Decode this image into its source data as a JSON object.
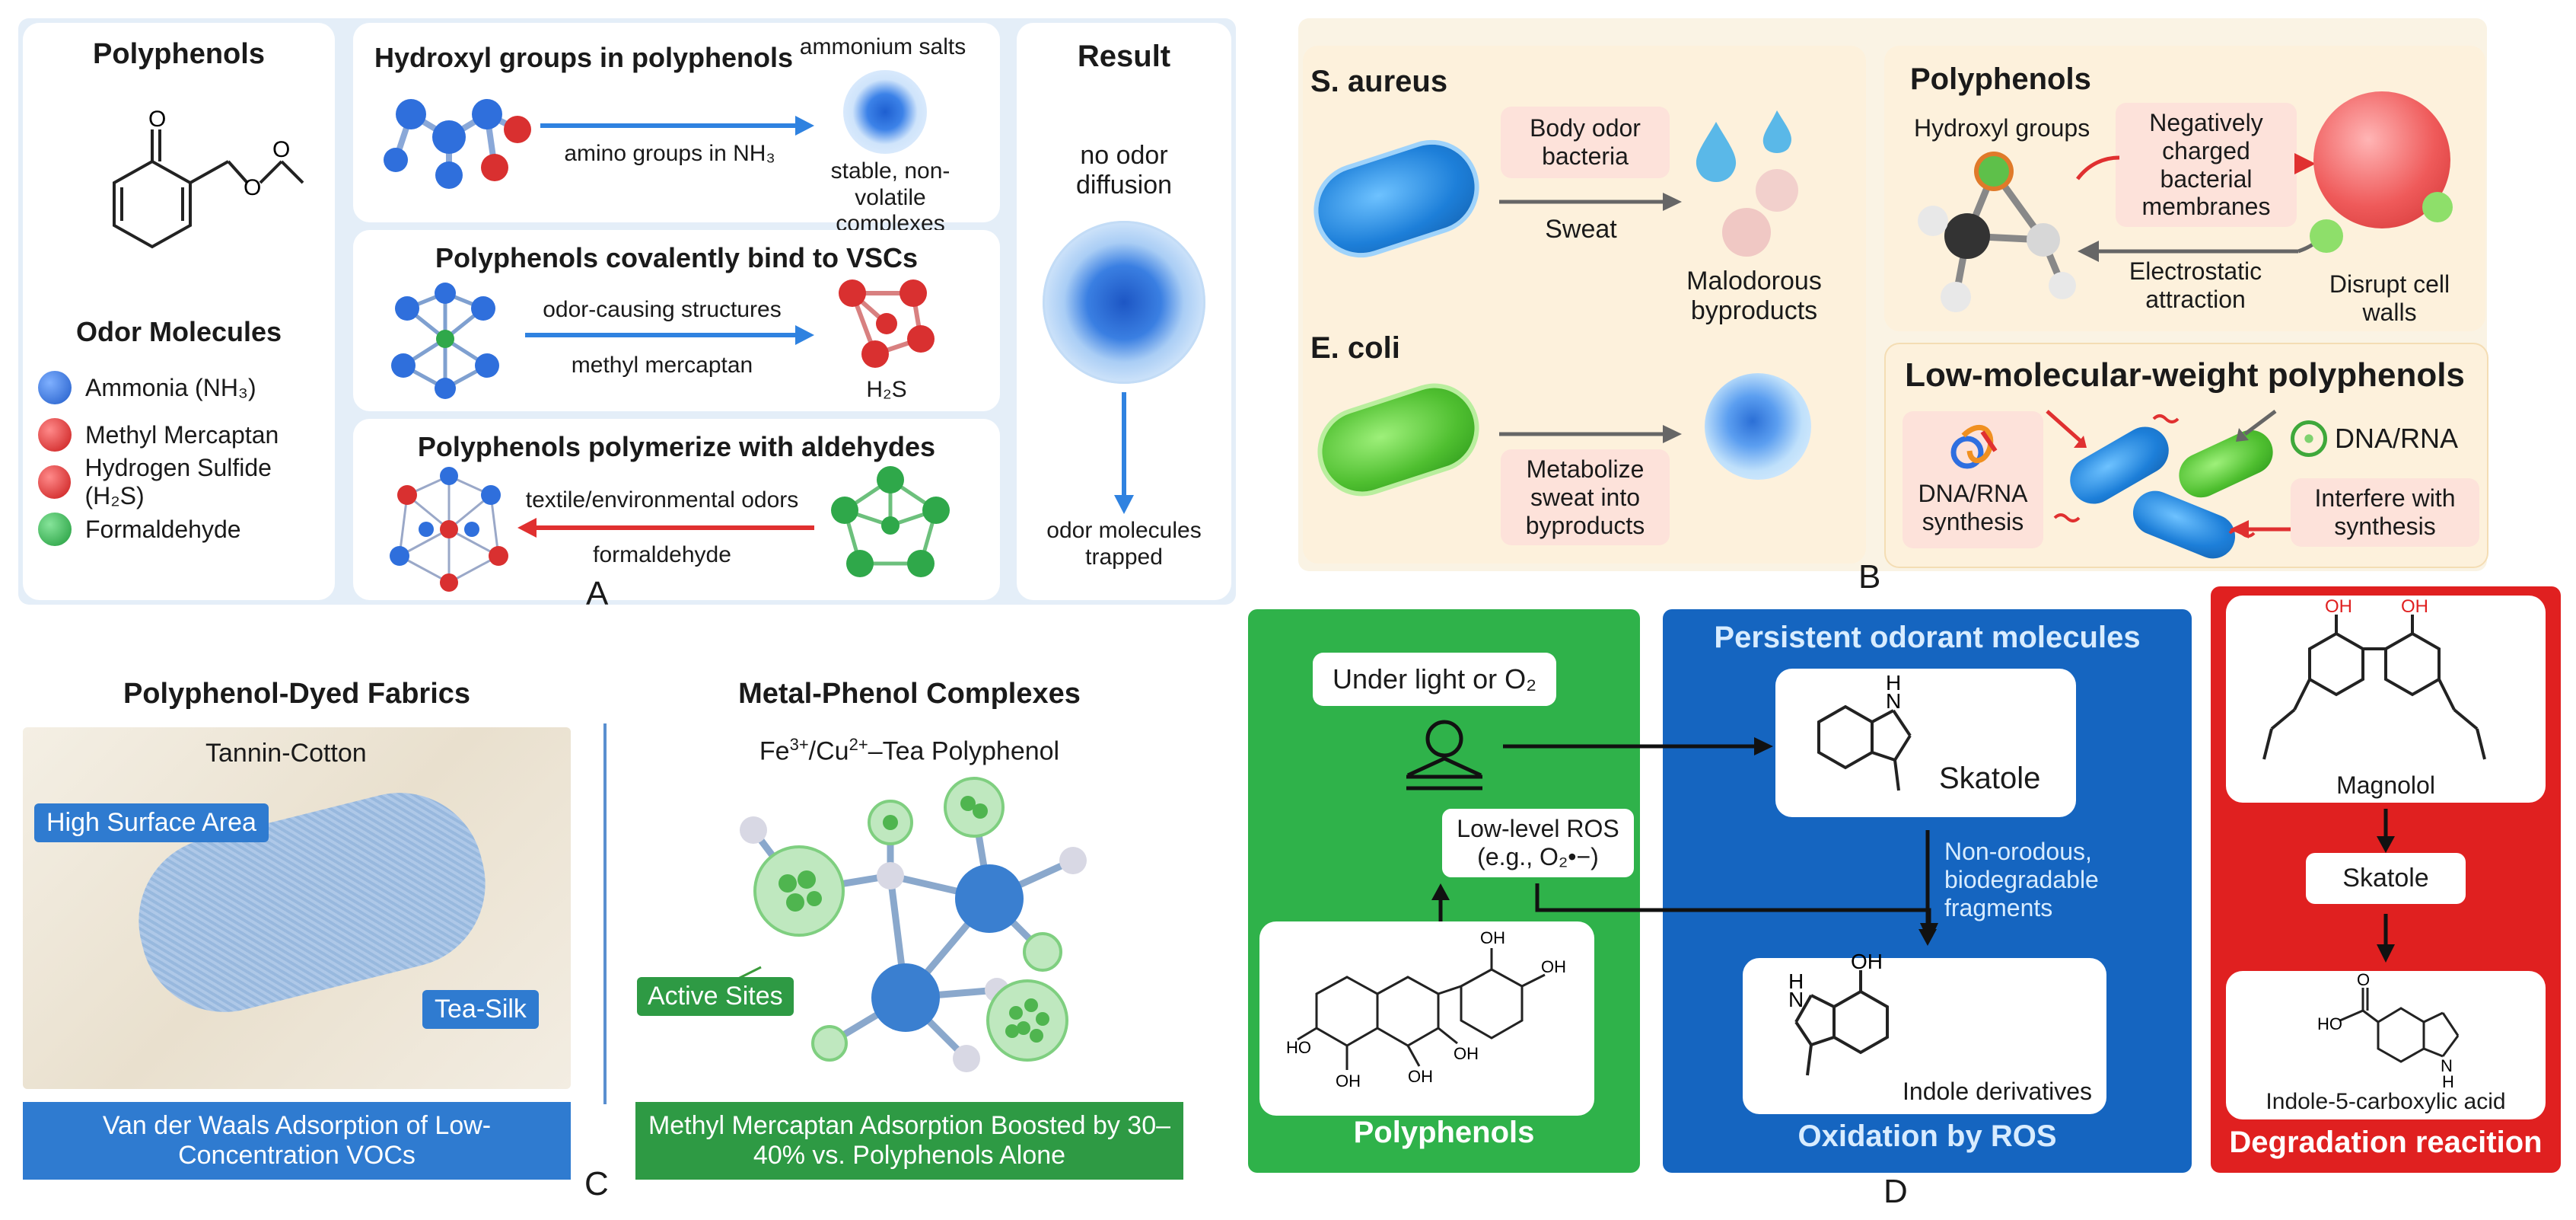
{
  "panel_labels": {
    "a": "A",
    "b": "B",
    "c": "C",
    "d": "D"
  },
  "panel_a": {
    "left_title": "Polyphenols",
    "odor_title": "Odor Molecules",
    "legend": [
      {
        "label": "Ammonia (NH₃)",
        "color": "#2f6fdc"
      },
      {
        "label": "Methyl Mercaptan",
        "color": "#d93030"
      },
      {
        "label": "Hydrogen Sulfide (H₂S)",
        "color": "#d93030"
      },
      {
        "label": "Formaldehyde",
        "color": "#2fa84a"
      }
    ],
    "row1": {
      "title": "Hydroxyl groups in polyphenols",
      "arrow_label": "amino groups in NH₃",
      "top_label": "ammonium salts",
      "bottom_label": "stable, non-volatile complexes"
    },
    "row2": {
      "title": "Polyphenols covalently bind to VSCs",
      "arrow_top": "odor-causing structures",
      "arrow_bottom": "methyl mercaptan",
      "product": "H₂S"
    },
    "row3": {
      "title": "Polyphenols polymerize with aldehydes",
      "arrow_top": "textile/environmental odors",
      "arrow_bottom": "formaldehyde"
    },
    "result": {
      "title": "Result",
      "top": "no odor diffusion",
      "bottom": "odor molecules trapped"
    }
  },
  "panel_b": {
    "s_aureus": "S. aureus",
    "body_odor": "Body odor bacteria",
    "sweat": "Sweat",
    "malodorous": "Malodorous byproducts",
    "e_coli": "E. coli",
    "metabolize": "Metabolize sweat into byproducts",
    "poly_title": "Polyphenols",
    "hydroxyl": "Hydroxyl groups",
    "neg_charged": "Negatively charged bacterial membranes",
    "electrostatic": "Electrostatic attraction",
    "disrupt": "Disrupt cell walls",
    "lmw_title": "Low-molecular-weight polyphenols",
    "dna_rna": "DNA/RNA",
    "dna_synth": "DNA/RNA synthesis",
    "interfere": "Interfere with synthesis"
  },
  "panel_c": {
    "left_title": "Polyphenol-Dyed Fabrics",
    "tannin": "Tannin-Cotton",
    "high_surface": "High Surface Area",
    "tea_silk": "Tea-Silk",
    "left_caption": "Van der Waals Adsorption of Low-Concentration VOCs",
    "right_title": "Metal-Phenol Complexes",
    "subtitle_prefix": "Fe",
    "subtitle_fe_sup": "3+",
    "subtitle_mid": "/Cu",
    "subtitle_cu_sup": "2+",
    "subtitle_suffix": "–Tea Polyphenol",
    "active_sites": "Active Sites",
    "right_caption": "Methyl Mercaptan Adsorption Boosted by 30–40% vs. Polyphenols Alone"
  },
  "panel_d": {
    "under_light": "Under light or O₂",
    "low_ros": "Low-level ROS",
    "low_ros_sub": "(e.g., O₂•−)",
    "polyphenols": "Polyphenols",
    "oh_labels": [
      "OH",
      "OH",
      "HO",
      "OH",
      "OH",
      "OH"
    ],
    "persistent": "Persistent odorant molecules",
    "skatole": "Skatole",
    "nh": "H",
    "n_label": "N",
    "non_odorous": "Non-orodous, biodegradable fragments",
    "indole_deriv": "Indole derivatives",
    "oxidation": "Oxidation by ROS",
    "magnolol": "Magnolol",
    "skatole_box": "Skatole",
    "ho_label": "HO",
    "o_label": "O",
    "indole_acid": "Indole-5-carboxylic acid",
    "degradation": "Degradation reacition",
    "colors": {
      "green": "#2fb24a",
      "blue": "#1565c0",
      "red": "#e02020"
    }
  }
}
